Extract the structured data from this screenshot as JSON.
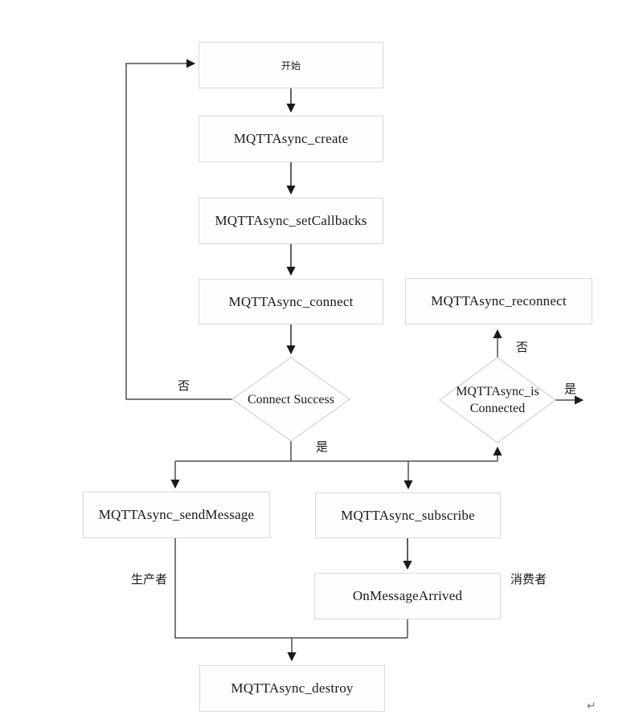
{
  "diagram": {
    "nodes": {
      "start": {
        "label": "开始"
      },
      "create": {
        "label": "MQTTAsync_create"
      },
      "set_callbacks": {
        "label": "MQTTAsync_setCallbacks"
      },
      "connect": {
        "label": "MQTTAsync_connect"
      },
      "reconnect": {
        "label": "MQTTAsync_reconnect"
      },
      "connect_success": {
        "label": "Connect Success"
      },
      "is_connected": {
        "label": "MQTTAsync_isConnected"
      },
      "send_message": {
        "label": "MQTTAsync_sendMessage"
      },
      "subscribe": {
        "label": "MQTTAsync_subscribe"
      },
      "on_message_arrived": {
        "label": "OnMessageArrived"
      },
      "destroy": {
        "label": "MQTTAsync_destroy"
      }
    },
    "edge_labels": {
      "no_left": "否",
      "yes_down": "是",
      "no_up": "否",
      "yes_right": "是",
      "producer": "生产者",
      "consumer": "消费者"
    },
    "return_mark": "↵",
    "colors": {
      "background": "#ffffff",
      "box_fill": "#fdfdfd",
      "box_border": "#d9d9d9",
      "diamond_fill": "#fdfeff",
      "diamond_border": "#c9d3df",
      "line": "#4f4f4f",
      "arrowhead": "#1a1a1a",
      "text": "#1a1a1a"
    }
  }
}
